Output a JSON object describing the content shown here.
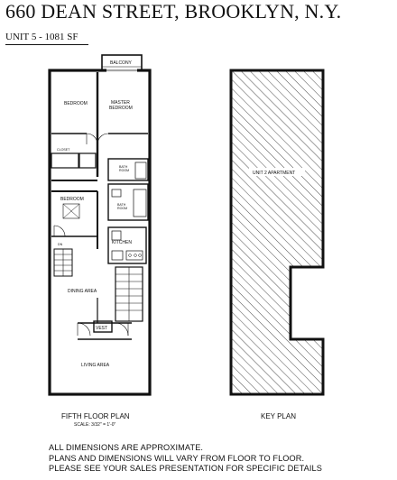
{
  "header": {
    "title": "660 DEAN STREET, BROOKLYN, N.Y.",
    "unit": "UNIT 5 - 1081 SF"
  },
  "floor_plan": {
    "caption": "FIFTH FLOOR PLAN",
    "scale": "SCALE: 3/32\" = 1'-0\"",
    "rooms": {
      "balcony": "BALCONY",
      "bedroom_1": "BEDROOM",
      "master_bedroom": "MASTER\nBEDROOM",
      "master_line1": "MASTER",
      "master_line2": "BEDROOM",
      "bath_1": "BATH\nROOM",
      "bath_1_line1": "BATH",
      "bath_1_line2": "ROOM",
      "bath_2_line1": "BATH",
      "bath_2_line2": "ROOM",
      "closet": "CLOSET",
      "bedroom_2": "BEDROOM",
      "kitchen": "KITCHEN",
      "dining_area": "DINING AREA",
      "vest": "VEST",
      "living_area": "LIVING AREA",
      "dn": "DN"
    }
  },
  "key_plan": {
    "caption": "KEY PLAN",
    "label": "UNIT 2 APARTMENT"
  },
  "notes": [
    "ALL DIMENSIONS ARE APPROXIMATE.",
    "PLANS AND DIMENSIONS WILL VARY FROM FLOOR TO FLOOR.",
    "PLEASE SEE YOUR SALES PRESENTATION FOR SPECIFIC DETAILS"
  ]
}
